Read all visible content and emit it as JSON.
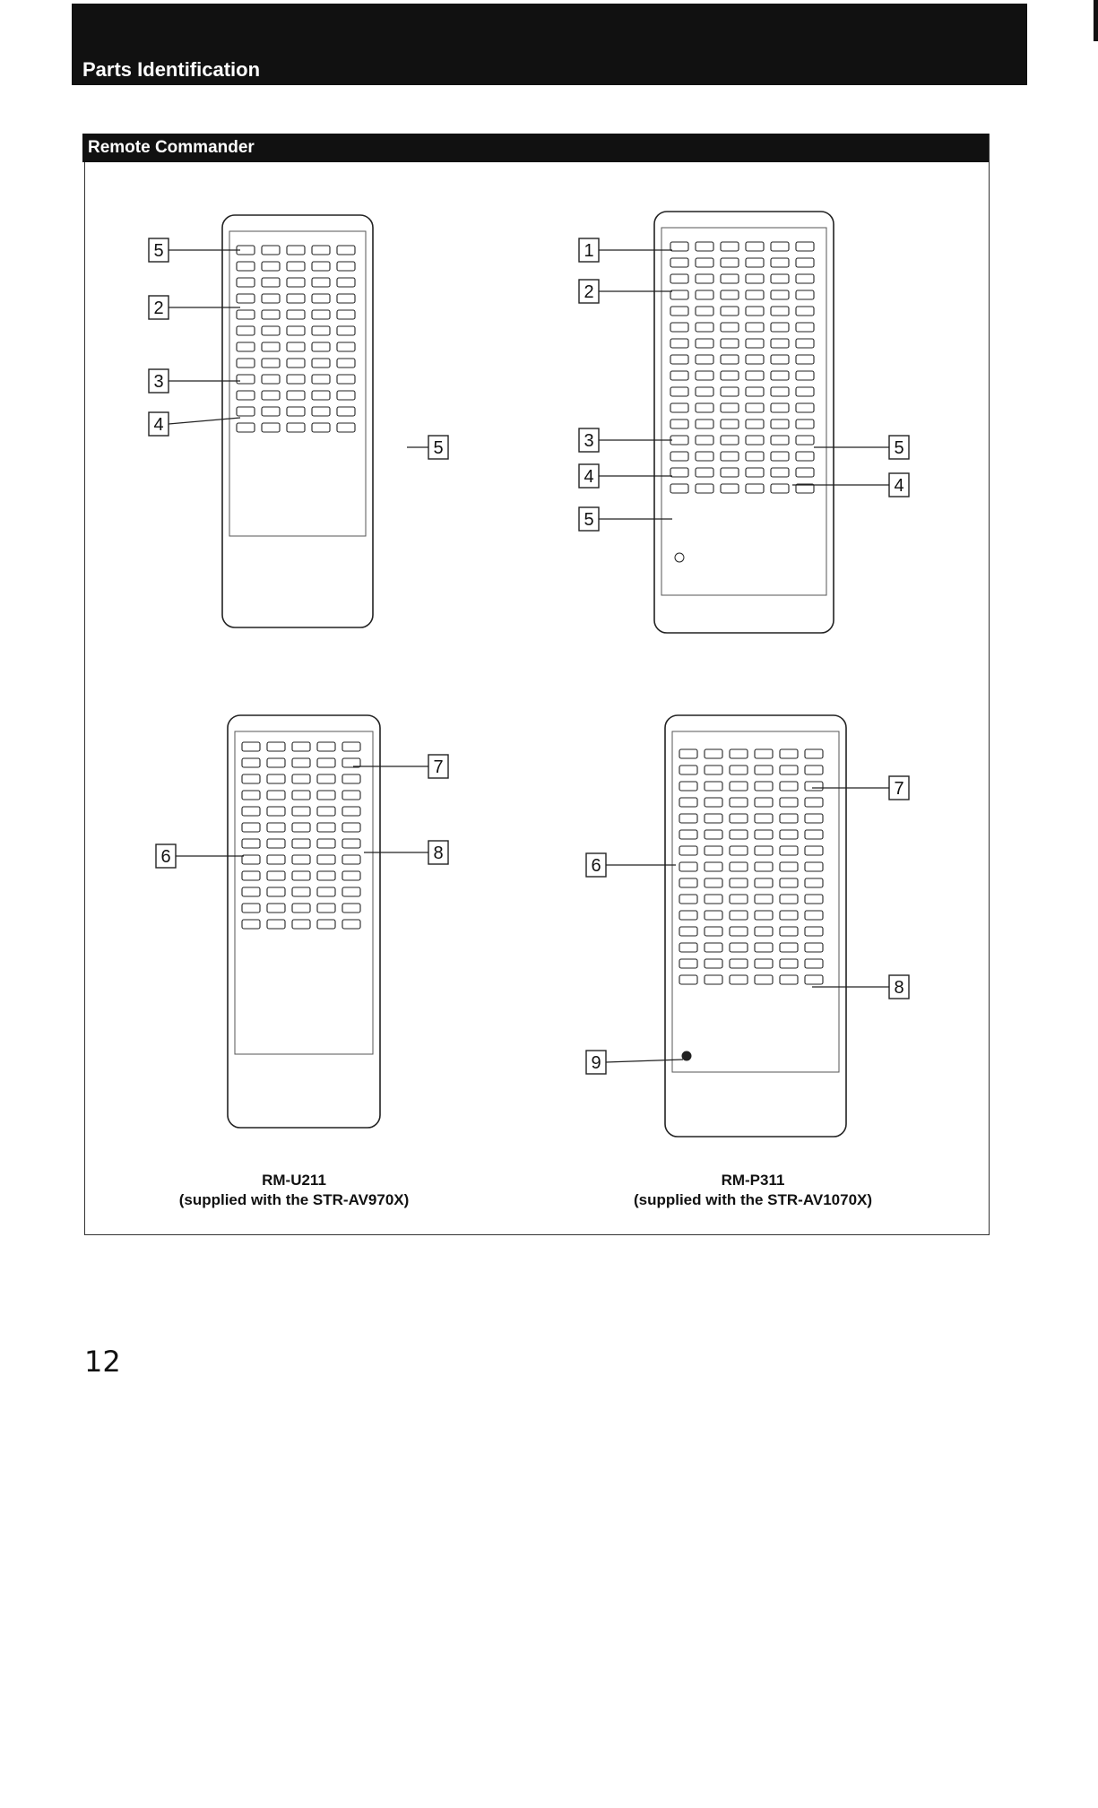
{
  "header": {
    "title": "Parts Identification"
  },
  "section": {
    "title": "Remote Commander"
  },
  "remotes": [
    {
      "model": "RM-U211",
      "supplied": "(supplied with the STR-AV970X)"
    },
    {
      "model": "RM-P311",
      "supplied": "(supplied with the STR-AV1070X)"
    }
  ],
  "callouts": {
    "top_left": [
      "5",
      "2",
      "3",
      "4",
      "5"
    ],
    "top_right": [
      "1",
      "2",
      "3",
      "4",
      "5",
      "5",
      "4"
    ],
    "bottom_left": [
      "7",
      "6",
      "8"
    ],
    "bottom_right": [
      "7",
      "6",
      "8",
      "9"
    ]
  },
  "page_number": "12"
}
